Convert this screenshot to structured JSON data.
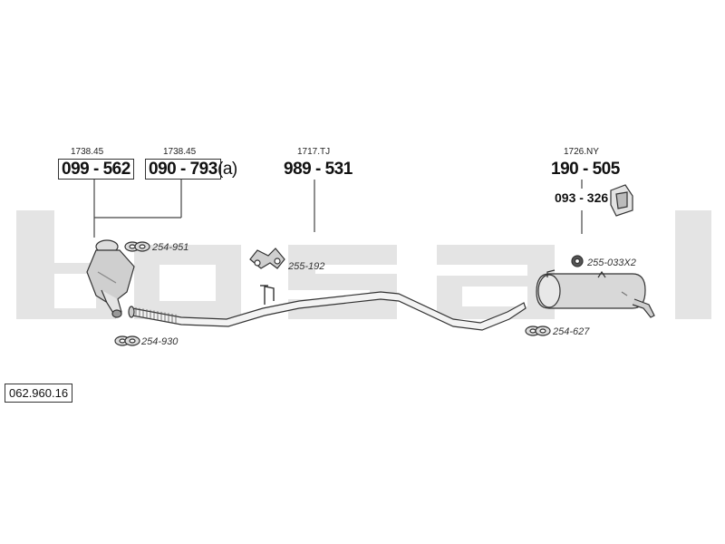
{
  "diagram": {
    "watermark": "bosal",
    "reference_number": "062.960.16",
    "labels": {
      "cat1_sub": "1738.45",
      "cat1_code": "099 - 562",
      "cat2_sub": "1738.45",
      "cat2_code": "090 - 793",
      "cat2_note": "(a)",
      "mid_sub": "1717.TJ",
      "mid_code": "989 - 531",
      "rear_sub": "1726.NY",
      "rear_code": "190 - 505",
      "bracket_code": "093 - 326"
    },
    "parts": {
      "gasket_front_top": "254-951",
      "gasket_front_bottom": "254-930",
      "hanger_mid": "255-192",
      "rubber_rear": "255-033X2",
      "gasket_rear": "254-627"
    },
    "colors": {
      "watermark": "#e2e2e2",
      "line": "#444444",
      "pipe_fill": "#f4f4f4"
    }
  }
}
